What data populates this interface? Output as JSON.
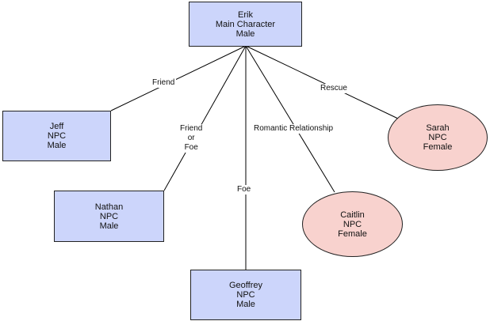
{
  "nodes": {
    "erik": {
      "name": "Erik",
      "role": "Main Character",
      "gender": "Male"
    },
    "jeff": {
      "name": "Jeff",
      "role": "NPC",
      "gender": "Male"
    },
    "nathan": {
      "name": "Nathan",
      "role": "NPC",
      "gender": "Male"
    },
    "geoffrey": {
      "name": "Geoffrey",
      "role": "NPC",
      "gender": "Male"
    },
    "caitlin": {
      "name": "Caitlin",
      "role": "NPC",
      "gender": "Female"
    },
    "sarah": {
      "name": "Sarah",
      "role": "NPC",
      "gender": "Female"
    }
  },
  "edges": {
    "jeff": {
      "label": "Friend"
    },
    "nathan": {
      "label_lines": [
        "Friend",
        "or",
        "Foe"
      ]
    },
    "geoffrey": {
      "label": "Foe"
    },
    "caitlin": {
      "label": "Romantic Relationship"
    },
    "sarah": {
      "label": "Rescue"
    }
  },
  "colors": {
    "male_fill": "#ccd5fb",
    "female_fill": "#f8d2ce",
    "stroke": "#222222"
  }
}
